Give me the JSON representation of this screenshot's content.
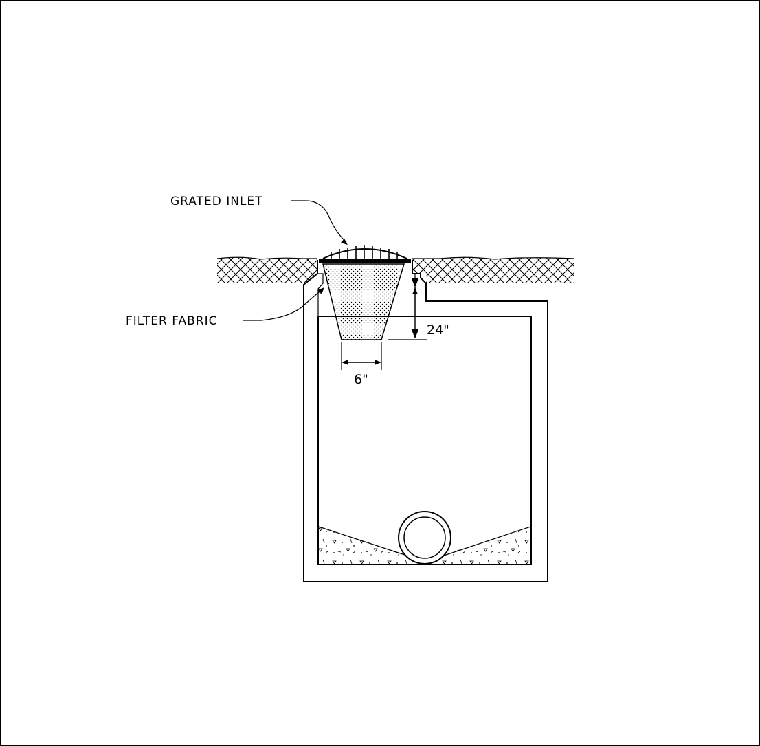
{
  "diagram": {
    "labels": {
      "grated_inlet": "GRATED INLET",
      "filter_fabric": "FILTER FABRIC",
      "depth_dim": "24\"",
      "width_dim": "6\""
    },
    "colors": {
      "ink": "#000000",
      "paper": "#ffffff"
    }
  }
}
